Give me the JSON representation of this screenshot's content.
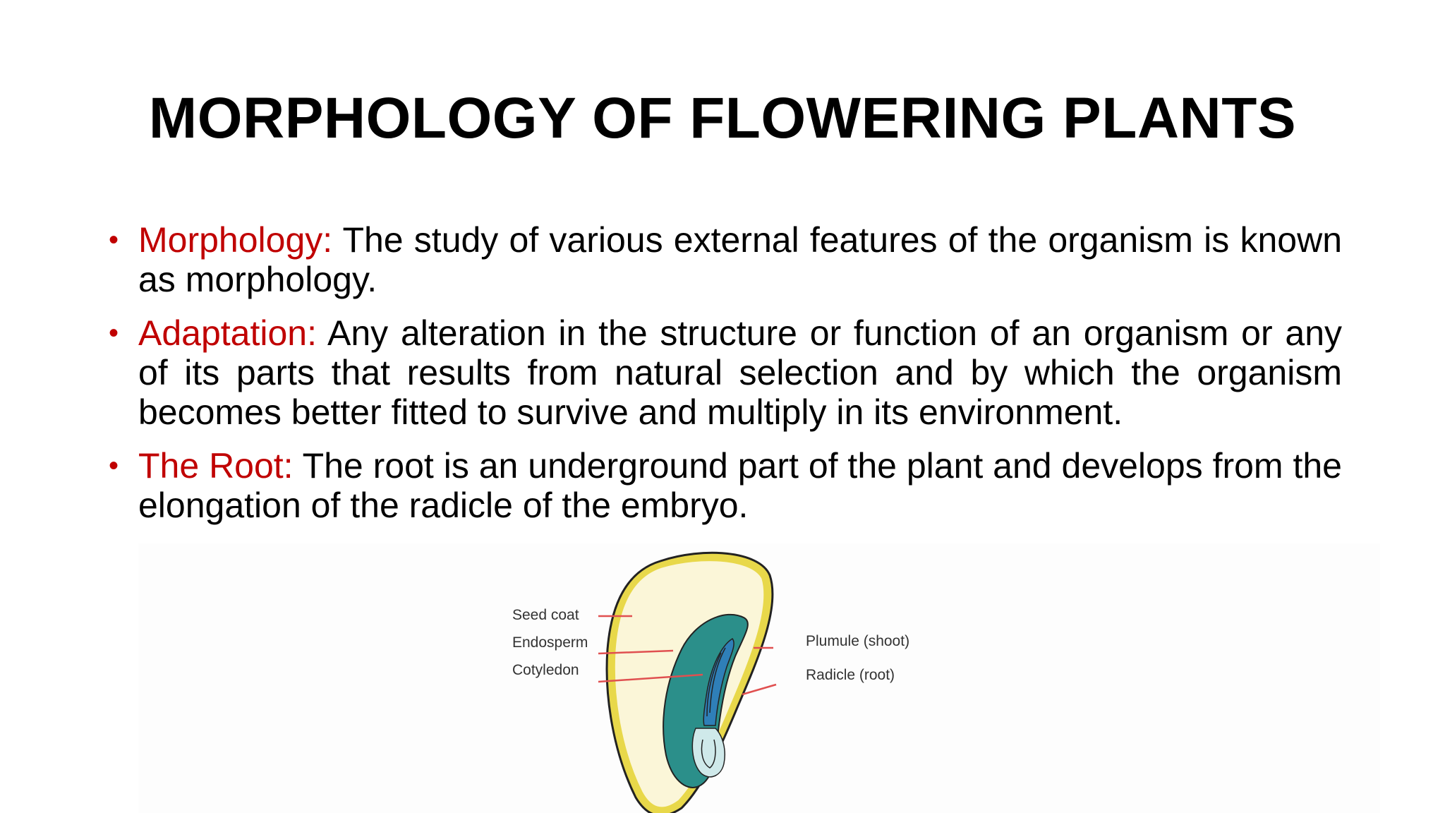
{
  "slide": {
    "title": "MORPHOLOGY OF FLOWERING PLANTS",
    "bullets": [
      {
        "term": "Morphology:",
        "text": " The study of various external features of the organism is known as morphology."
      },
      {
        "term": "Adaptation:",
        "text": " Any alteration in the structure or function of an organism or any of its parts that results from natural selection and by which the organism becomes better fitted to survive and multiply in its environment."
      },
      {
        "term": "The Root:",
        "text": " The root is an underground part of the plant and develops from the elongation of the radicle of the embryo."
      }
    ],
    "bullet_symbol": "•"
  },
  "diagram": {
    "labels": {
      "seed_coat": "Seed coat",
      "endosperm": "Endosperm",
      "cotyledon": "Cotyledon",
      "plumule": "Plumule (shoot)",
      "radicle": "Radicle (root)"
    },
    "colors": {
      "seed_coat": "#e8d84a",
      "endosperm": "#fbf6d8",
      "cotyledon": "#2b8f8a",
      "plumule": "#2f7fb8",
      "radicle": "#cfe9ea",
      "leader_line": "#e05050",
      "outline": "#222222"
    }
  },
  "theme": {
    "term_color": "#c00000",
    "text_color": "#000000"
  }
}
